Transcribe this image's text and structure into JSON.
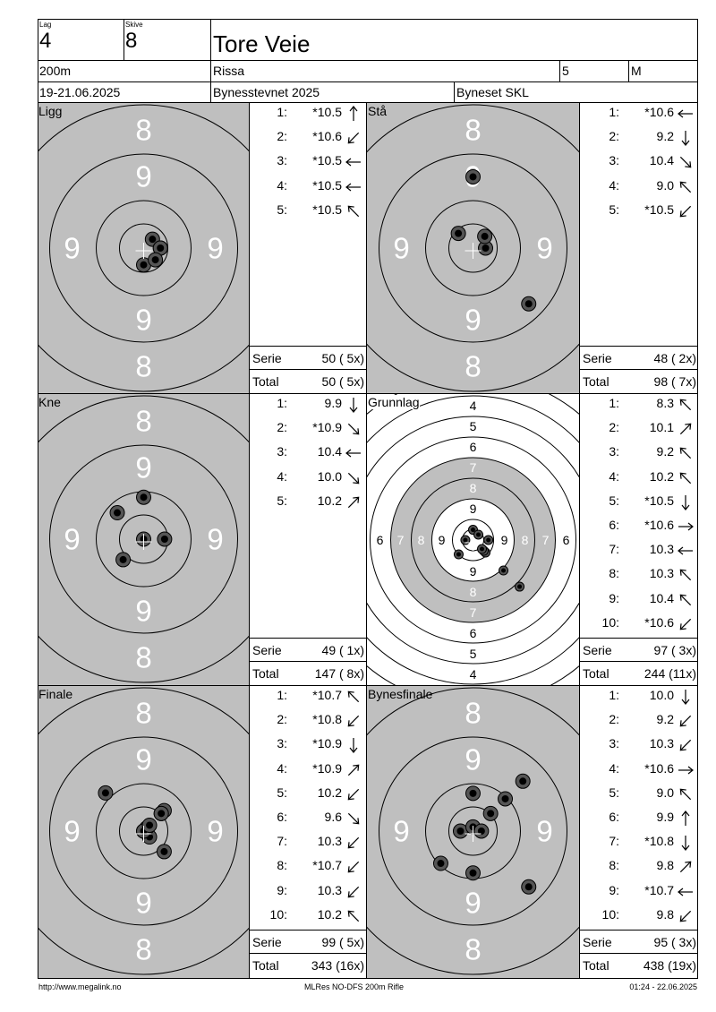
{
  "header": {
    "lag_caption": "Lag",
    "lag_value": "4",
    "skive_caption": "Skive",
    "skive_value": "8",
    "shooter_name": "Tore Veie",
    "distance": "200m",
    "club": "Rissa",
    "class": "5",
    "gender": "M",
    "dates": "19-21.06.2025",
    "event": "Bynesstevnet 2025",
    "organizer": "Byneset SKL"
  },
  "colors": {
    "target_gray": "#bfbfbf",
    "grid_line": "#000000"
  },
  "panels": [
    {
      "name": "Ligg",
      "shots": [
        {
          "n": "1:",
          "v": "*10.5",
          "dir": "up"
        },
        {
          "n": "2:",
          "v": "*10.6",
          "dir": "down-left"
        },
        {
          "n": "3:",
          "v": "*10.5",
          "dir": "left"
        },
        {
          "n": "4:",
          "v": "*10.5",
          "dir": "left"
        },
        {
          "n": "5:",
          "v": "*10.5",
          "dir": "up-left"
        }
      ],
      "serie_label": "Serie",
      "serie": "50 ( 5x)",
      "total_label": "Total",
      "total": "50 ( 5x)"
    },
    {
      "name": "Stå",
      "shots": [
        {
          "n": "1:",
          "v": "*10.6",
          "dir": "left"
        },
        {
          "n": "2:",
          "v": "9.2",
          "dir": "down"
        },
        {
          "n": "3:",
          "v": "10.4",
          "dir": "down-right"
        },
        {
          "n": "4:",
          "v": "9.0",
          "dir": "up-left"
        },
        {
          "n": "5:",
          "v": "*10.5",
          "dir": "down-left"
        }
      ],
      "serie_label": "Serie",
      "serie": "48 ( 2x)",
      "total_label": "Total",
      "total": "98 ( 7x)"
    },
    {
      "name": "Kne",
      "shots": [
        {
          "n": "1:",
          "v": "9.9",
          "dir": "down"
        },
        {
          "n": "2:",
          "v": "*10.9",
          "dir": "down-right"
        },
        {
          "n": "3:",
          "v": "10.4",
          "dir": "left"
        },
        {
          "n": "4:",
          "v": "10.0",
          "dir": "down-right"
        },
        {
          "n": "5:",
          "v": "10.2",
          "dir": "up-right"
        }
      ],
      "serie_label": "Serie",
      "serie": "49 ( 1x)",
      "total_label": "Total",
      "total": "147 ( 8x)"
    },
    {
      "name": "Grunnlag",
      "shots": [
        {
          "n": "1:",
          "v": "8.3",
          "dir": "up-left"
        },
        {
          "n": "2:",
          "v": "10.1",
          "dir": "up-right"
        },
        {
          "n": "3:",
          "v": "9.2",
          "dir": "up-left"
        },
        {
          "n": "4:",
          "v": "10.2",
          "dir": "up-left"
        },
        {
          "n": "5:",
          "v": "*10.5",
          "dir": "down"
        },
        {
          "n": "6:",
          "v": "*10.6",
          "dir": "right"
        },
        {
          "n": "7:",
          "v": "10.3",
          "dir": "left"
        },
        {
          "n": "8:",
          "v": "10.3",
          "dir": "up-left"
        },
        {
          "n": "9:",
          "v": "10.4",
          "dir": "up-left"
        },
        {
          "n": "10:",
          "v": "*10.6",
          "dir": "down-left"
        }
      ],
      "serie_label": "Serie",
      "serie": "97 ( 3x)",
      "total_label": "Total",
      "total": "244 (11x)"
    },
    {
      "name": "Finale",
      "shots": [
        {
          "n": "1:",
          "v": "*10.7",
          "dir": "up-left"
        },
        {
          "n": "2:",
          "v": "*10.8",
          "dir": "down-left"
        },
        {
          "n": "3:",
          "v": "*10.9",
          "dir": "down"
        },
        {
          "n": "4:",
          "v": "*10.9",
          "dir": "up-right"
        },
        {
          "n": "5:",
          "v": "10.2",
          "dir": "down-left"
        },
        {
          "n": "6:",
          "v": "9.6",
          "dir": "down-right"
        },
        {
          "n": "7:",
          "v": "10.3",
          "dir": "down-left"
        },
        {
          "n": "8:",
          "v": "*10.7",
          "dir": "down-left"
        },
        {
          "n": "9:",
          "v": "10.3",
          "dir": "down-left"
        },
        {
          "n": "10:",
          "v": "10.2",
          "dir": "up-left"
        }
      ],
      "serie_label": "Serie",
      "serie": "99 ( 5x)",
      "total_label": "Total",
      "total": "343 (16x)"
    },
    {
      "name": "Bynesfinale",
      "shots": [
        {
          "n": "1:",
          "v": "10.0",
          "dir": "down"
        },
        {
          "n": "2:",
          "v": "9.2",
          "dir": "down-left"
        },
        {
          "n": "3:",
          "v": "10.3",
          "dir": "down-left"
        },
        {
          "n": "4:",
          "v": "*10.6",
          "dir": "right"
        },
        {
          "n": "5:",
          "v": "9.0",
          "dir": "up-left"
        },
        {
          "n": "6:",
          "v": "9.9",
          "dir": "up"
        },
        {
          "n": "7:",
          "v": "*10.8",
          "dir": "down"
        },
        {
          "n": "8:",
          "v": "9.8",
          "dir": "up-right"
        },
        {
          "n": "9:",
          "v": "*10.7",
          "dir": "left"
        },
        {
          "n": "10:",
          "v": "9.8",
          "dir": "down-left"
        }
      ],
      "serie_label": "Serie",
      "serie": "95 ( 3x)",
      "total_label": "Total",
      "total": "438 (19x)"
    }
  ],
  "target_labels": {
    "ring8": "8",
    "ring9": "9",
    "grunnlag_rings": [
      "4",
      "5",
      "6",
      "7",
      "8",
      "9"
    ]
  },
  "footer": {
    "url": "http://www.megalink.no",
    "software": "MLRes NO-DFS 200m Rifle",
    "timestamp": "01:24 - 22.06.2025"
  }
}
